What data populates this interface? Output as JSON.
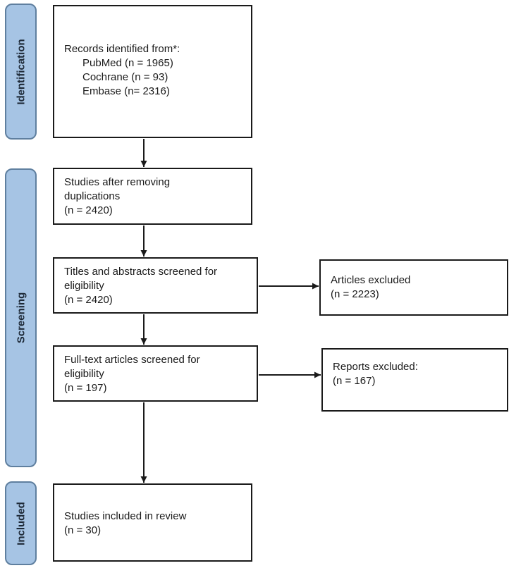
{
  "phases": {
    "identification": "Identification",
    "screening": "Screening",
    "included": "Included"
  },
  "boxes": {
    "records": {
      "lines": [
        "Records identified from*:",
        "PubMed (n = 1965)",
        "Cochrane (n = 93)",
        "Embase (n= 2316)"
      ]
    },
    "dedup": {
      "lines": [
        "Studies after removing",
        "duplications",
        "(n = 2420)"
      ]
    },
    "titles": {
      "lines": [
        "Titles and abstracts screened for",
        "eligibility",
        "(n = 2420)"
      ]
    },
    "articles_excluded": {
      "lines": [
        "Articles excluded",
        "(n = 2223)"
      ]
    },
    "fulltext": {
      "lines": [
        "Full-text articles screened for",
        "eligibility",
        "(n = 197)"
      ]
    },
    "reports_excluded": {
      "lines": [
        "Reports excluded:",
        "(n = 167)"
      ]
    },
    "included": {
      "lines": [
        "Studies included in review",
        "(n = 30)"
      ]
    }
  }
}
